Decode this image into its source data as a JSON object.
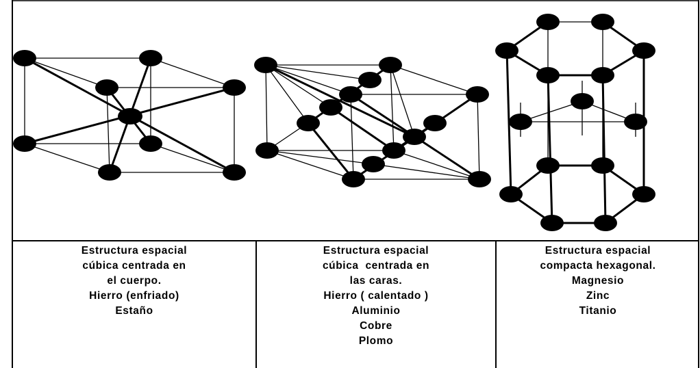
{
  "columns": [
    {
      "lines": [
        "Estructura espacial",
        "cúbica centrada en",
        "el cuerpo.",
        "Hierro (enfriado)",
        "Estaño"
      ]
    },
    {
      "lines": [
        "Estructura espacial",
        "cúbica  centrada en",
        "las caras.",
        "Hierro ( calentado )",
        "Aluminio",
        "Cobre",
        "Plomo"
      ]
    },
    {
      "lines": [
        "Estructura espacial",
        "compacta hexagonal.",
        "Magnesio",
        "Zinc",
        "Titanio"
      ]
    }
  ]
}
